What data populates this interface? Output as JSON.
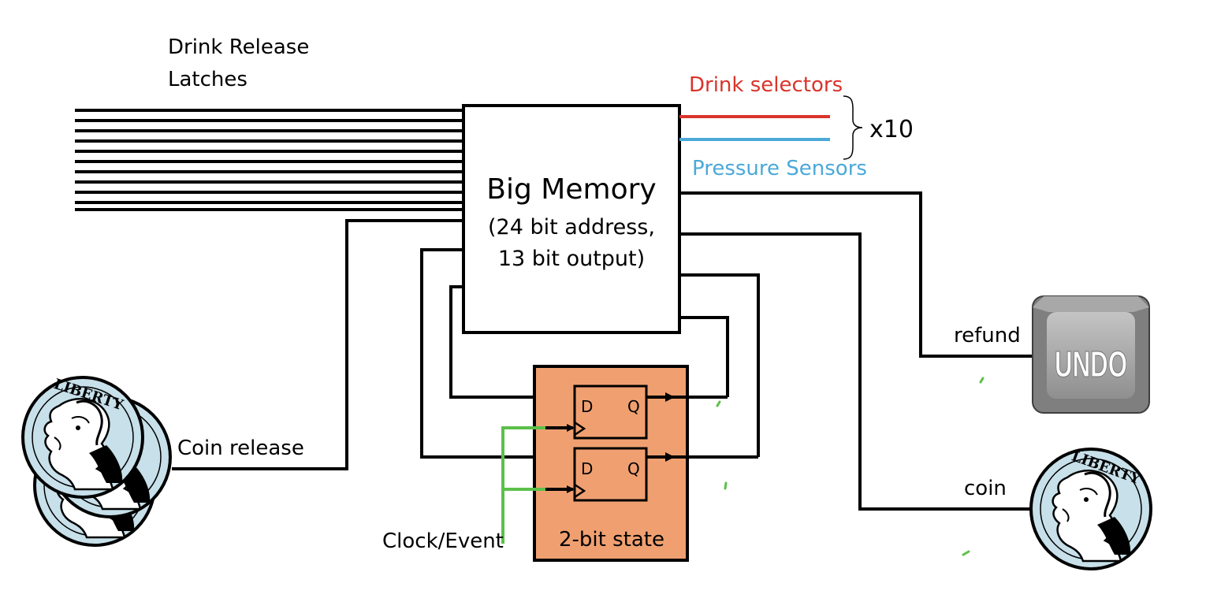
{
  "labels": {
    "drink_release_line1": "Drink Release",
    "drink_release_line2": "Latches",
    "drink_selectors": "Drink selectors",
    "pressure_sensors": "Pressure Sensors",
    "multiplier": "x10",
    "coin_release": "Coin release",
    "refund": "refund",
    "coin": "coin",
    "clock_event": "Clock/Event",
    "state_block": "2-bit state",
    "undo_key": "UNDO"
  },
  "memory": {
    "title": "Big Memory",
    "line2": "(24 bit address,",
    "line3": "13 bit output)"
  },
  "flipflops": {
    "d_label": "D",
    "q_label": "Q"
  },
  "coin_art": {
    "text": "LIBERTY"
  },
  "colors": {
    "drink_selectors": "#d9342b",
    "pressure_sensors": "#4ba9d8",
    "state_block_fill": "#f0a070",
    "clock_wires": "#5cc04a",
    "coin_fill": "#c7e0ea",
    "undo_key_body": "#8a8a8a",
    "undo_key_face": "#b6b6b6"
  }
}
